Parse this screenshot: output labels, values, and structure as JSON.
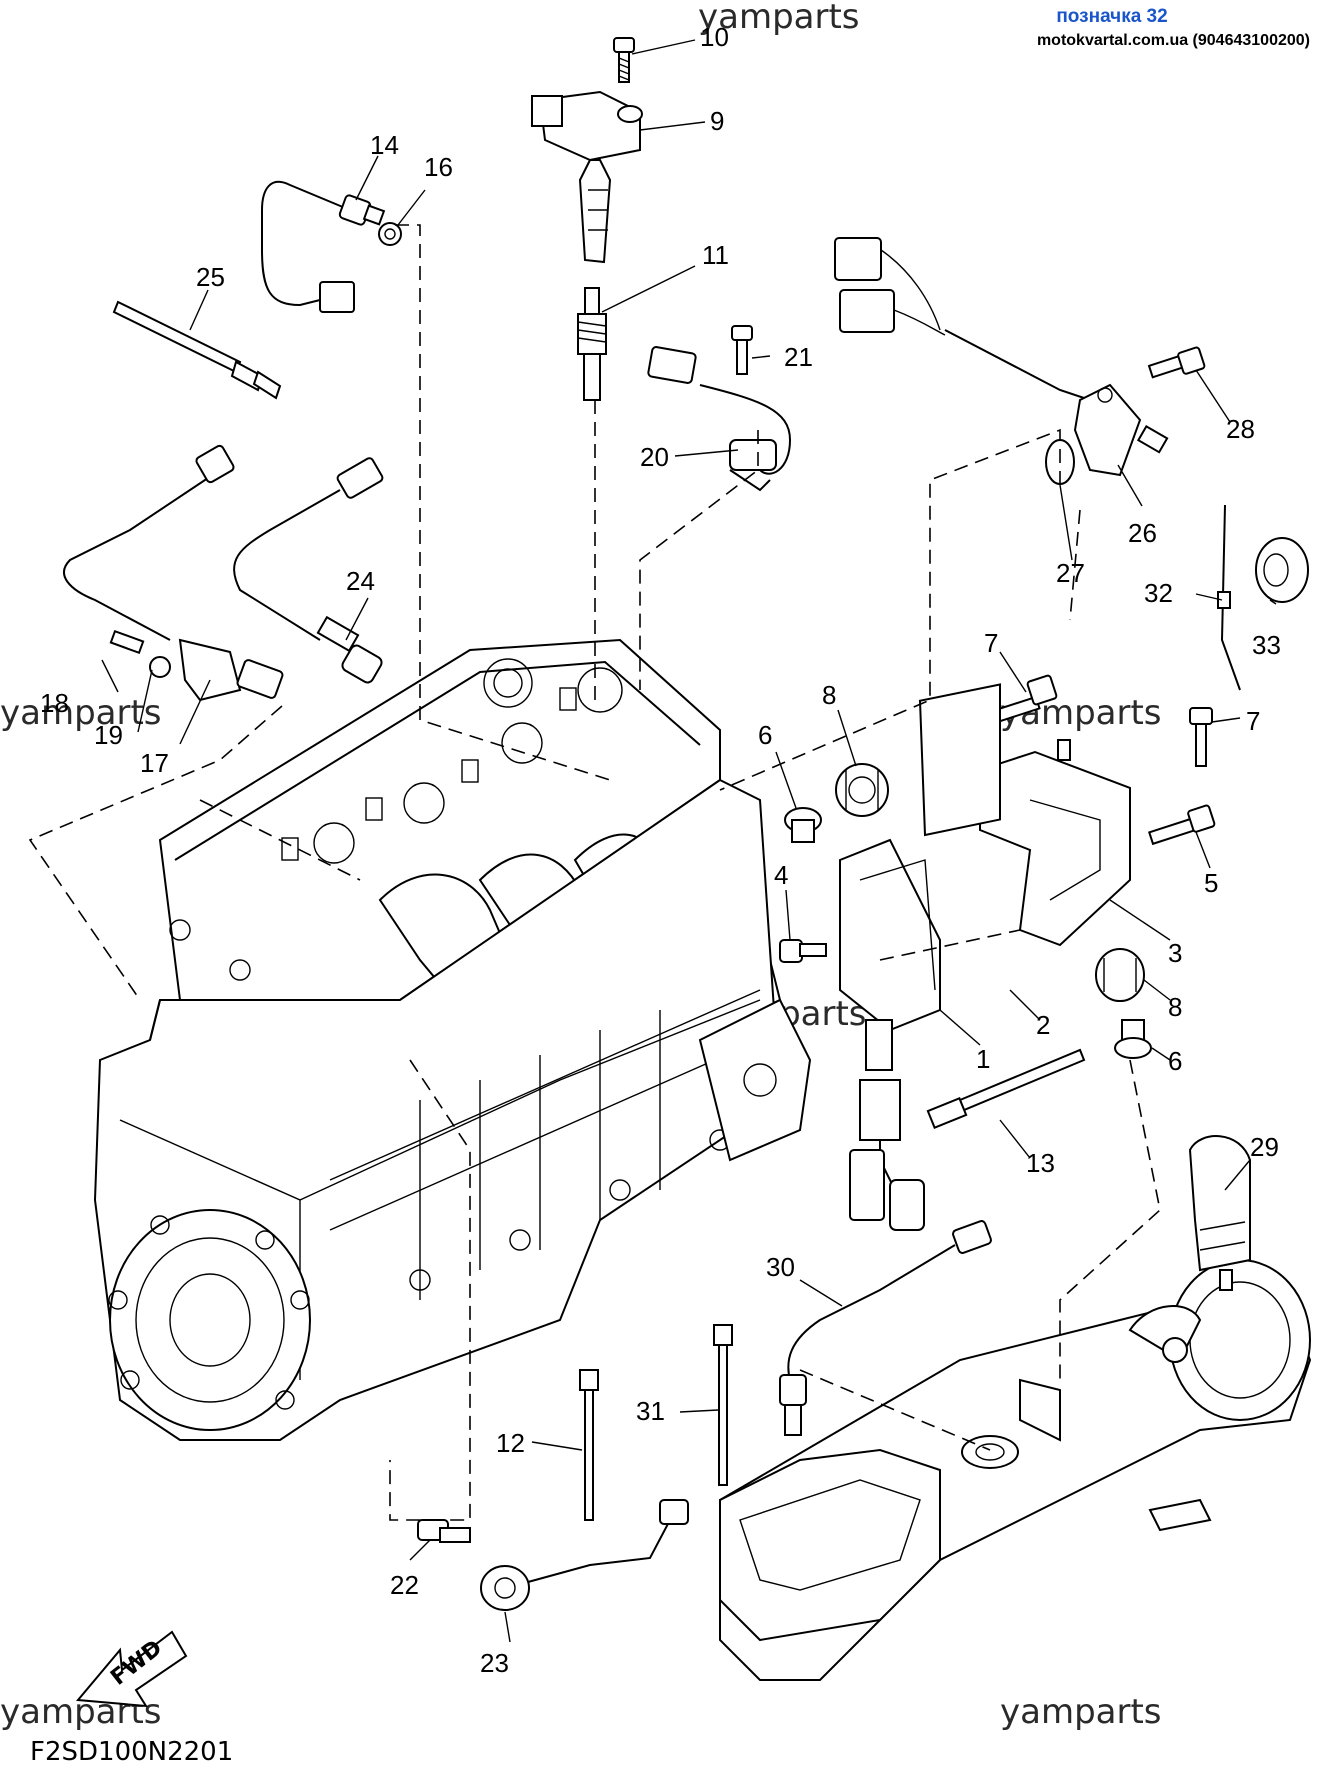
{
  "header": {
    "badge": "позначка 32",
    "site": "motokvartal.com.ua (904643100200)"
  },
  "watermarks": [
    "yamparts",
    "yamparts",
    "yamparts",
    "yamparts",
    "yamparts",
    "yamparts"
  ],
  "drawing_code": "F2SD100N2201",
  "fwd_label": "FWD",
  "callouts": [
    "10",
    "9",
    "14",
    "16",
    "25",
    "11",
    "21",
    "20",
    "28",
    "26",
    "27",
    "24",
    "18",
    "19",
    "17",
    "32",
    "33",
    "7",
    "7",
    "8",
    "6",
    "4",
    "5",
    "3",
    "8",
    "6",
    "2",
    "1",
    "13",
    "29",
    "30",
    "31",
    "12",
    "22",
    "23"
  ]
}
